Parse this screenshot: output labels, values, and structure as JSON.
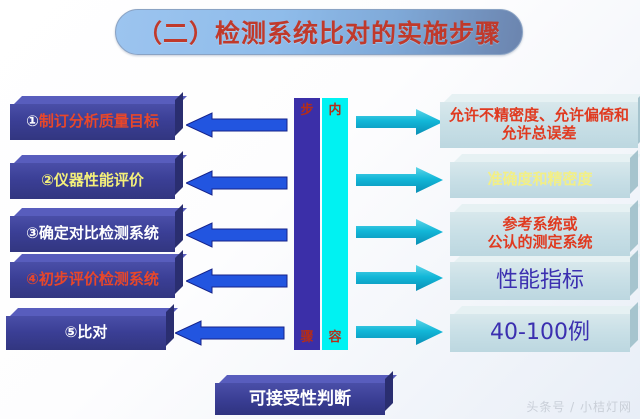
{
  "slide": {
    "title": "（二）检测系统比对的实施步骤",
    "background_color": "#ffffff",
    "title_pill_color": "#8fbcea",
    "title_text_color": "#c0392b"
  },
  "center_bars": {
    "step_bar": {
      "label_top": "步",
      "label_bottom": "骤",
      "color": "#3b2fa8",
      "text_color": "#b52d18"
    },
    "content_bar": {
      "label_top": "内",
      "label_bottom": "容",
      "color": "#00f2f2",
      "text_color": "#b52d18"
    }
  },
  "steps": [
    {
      "number": "①",
      "label": "制订分析质量目标",
      "number_color": "#ffffff",
      "text_color": "#e8472a"
    },
    {
      "number": "②",
      "label": "仪器性能评价",
      "number_color": "#f4f07a",
      "text_color": "#f4f07a"
    },
    {
      "number": "③",
      "label": "确定对比检测系统",
      "number_color": "#ffffff",
      "text_color": "#ffffff"
    },
    {
      "number": "④",
      "label": "初步评价检测系统",
      "number_color": "#e8472a",
      "text_color": "#e8472a"
    },
    {
      "number": "⑤",
      "label": "比对",
      "number_color": "#ffffff",
      "text_color": "#ffffff"
    }
  ],
  "contents": [
    {
      "line1": "允许不精密度、允许偏倚和",
      "line2": "允许总误差",
      "text_color": "#e03a20"
    },
    {
      "line1": "准确度和精密度",
      "line2": "",
      "text_color": "#f2ef86"
    },
    {
      "line1": "参考系统或",
      "line2": "公认的测定系统",
      "text_color": "#e03a20"
    },
    {
      "line1": "性能指标",
      "line2": "",
      "text_color": "#3b2fb0"
    },
    {
      "line1": "40-100例",
      "line2": "",
      "text_color": "#3b2fb0"
    }
  ],
  "conclusion": {
    "label": "可接受性判断",
    "text_color": "#ffffff",
    "box_color": "#393d93"
  },
  "arrows": {
    "left_arrow_color": "#2255e0",
    "right_arrow_color": "#12b7d8",
    "left_arrow_name": "left-pointing-arrow",
    "right_arrow_name": "right-pointing-arrow"
  },
  "watermark": {
    "text": "头条号 / 小桔灯网"
  }
}
